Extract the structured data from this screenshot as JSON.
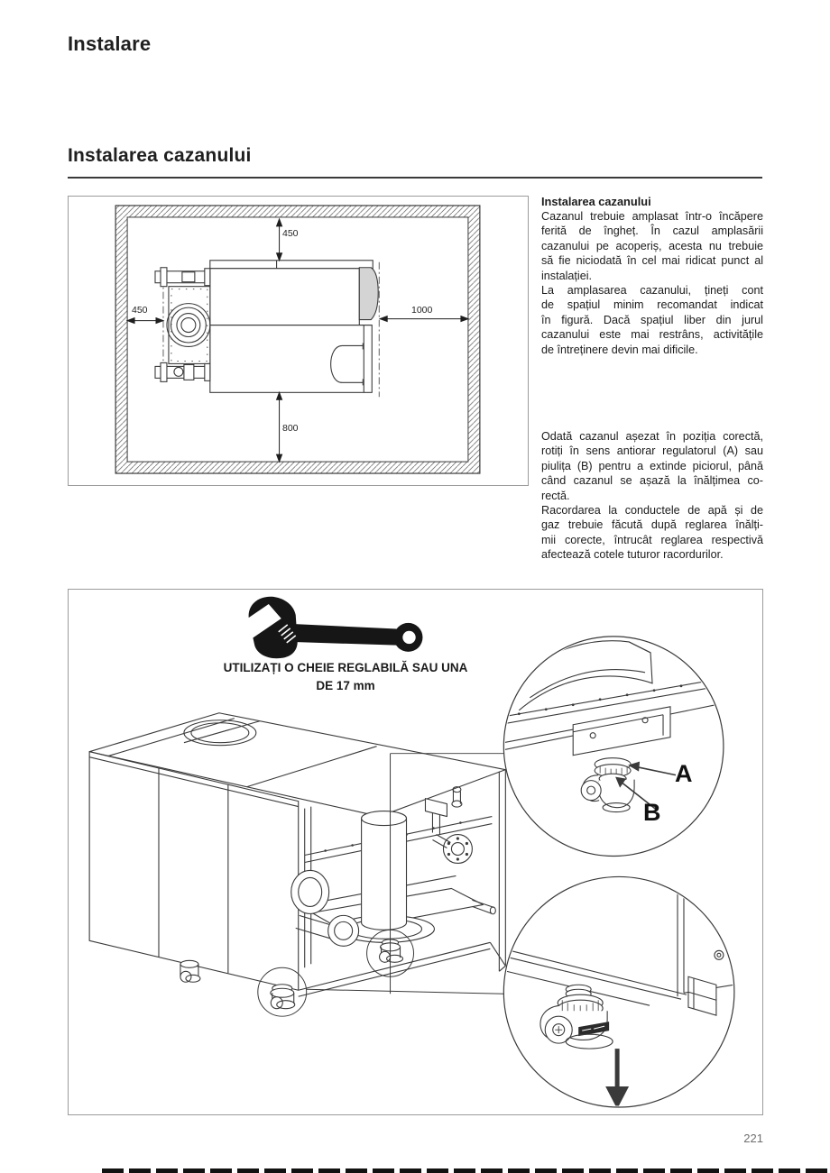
{
  "page": {
    "title": "Instalare",
    "section_heading": "Instalarea cazanului",
    "page_number": "221"
  },
  "text_column": {
    "heading": "Instalarea cazanului",
    "block1_lines": [
      "Cazanul trebuie amplasat într-o încăpere",
      "ferită de îngheț. În cazul amplasării",
      "cazanului pe acoperiș, acesta nu trebuie",
      "să fie niciodată în cel mai ridicat punct al",
      "instalației.",
      "La amplasarea cazanului, țineți cont",
      "de spațiul minim recomandat indicat",
      "în figură. Dacă spațiul liber din jurul",
      "cazanului este mai restrâns, activitățile",
      "de întreținere devin mai dificile."
    ],
    "block2_lines": [
      "Odată cazanul așezat în poziția corectă,",
      "rotiți în sens antiorar regulatorul (A) sau",
      "piulița (B) pentru a extinde piciorul, până",
      "când cazanul se așază la înălțimea co-",
      "rectă.",
      "Racordarea la conductele de apă și de",
      "gaz trebuie făcută după reglarea înălți-",
      "mii corecte, întrucât reglarea respectivă",
      "afectează cotele tuturor racordurilor."
    ]
  },
  "figure_clearances": {
    "dim_top": "450",
    "dim_left": "450",
    "dim_right": "1000",
    "dim_bottom": "800"
  },
  "figure_leveling": {
    "caption_line1": "UTILIZAȚI O CHEIE REGLABILĂ SAU UNA",
    "caption_line2": "DE 17 mm",
    "label_a": "A",
    "label_b": "B"
  },
  "colors": {
    "line": "#3a3a3a",
    "shade": "#d4d4d4",
    "figure_border": "#9b9b9b",
    "page_number": "#6f6f6f"
  }
}
